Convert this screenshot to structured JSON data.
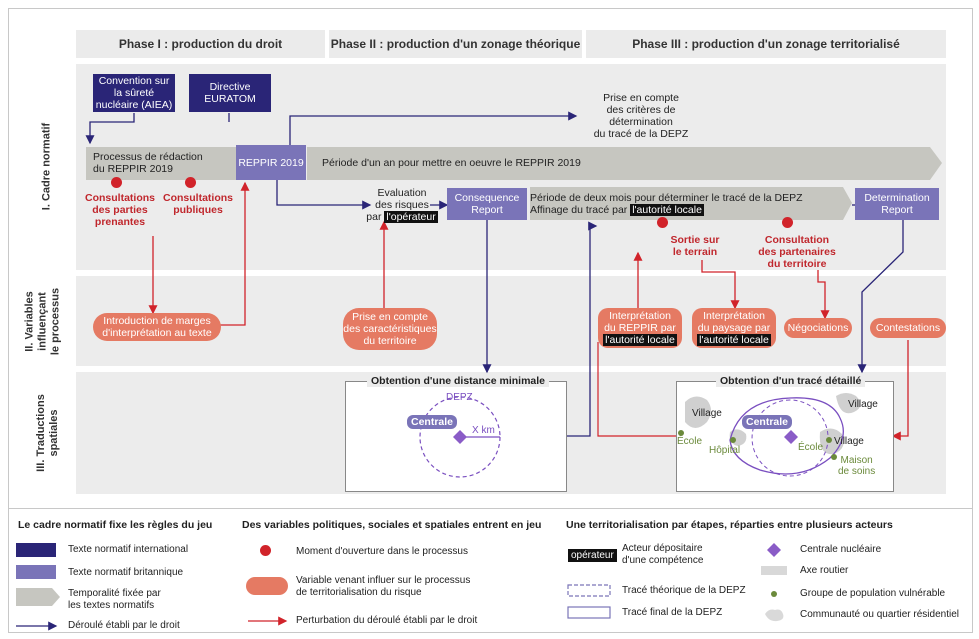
{
  "phases": [
    "Phase I : production du droit",
    "Phase II : production d'un zonage théorique",
    "Phase III : production d'un zonage territorialisé"
  ],
  "rows": {
    "r1": "I. Cadre normatif",
    "r2_l1": "II. Variables",
    "r2_l2": "influençant",
    "r2_l3": "le processus",
    "r3_l1": "III. Traductions",
    "r3_l2": "spatiales"
  },
  "boxes": {
    "convention": [
      "Convention sur",
      "la sûreté",
      "nucléaire (AIEA)"
    ],
    "directive": [
      "Directive",
      "EURATOM"
    ],
    "reppir": "REPPIR 2019",
    "consequence": [
      "Consequence",
      "Report"
    ],
    "determination": [
      "Determination",
      "Report"
    ]
  },
  "arrows": {
    "redaction": [
      "Processus de rédaction",
      "du REPPIR 2019"
    ],
    "periode_an": "Période d'un an pour mettre en oeuvre le REPPIR 2019",
    "periode_mois_l1": "Période de deux mois pour déterminer le tracé de la DEPZ",
    "periode_mois_l2": "Affinage du tracé par",
    "autorite_locale": "l'autorité locale"
  },
  "texts": {
    "prise_criteres": [
      "Prise en compte",
      "des critères de",
      "détermination",
      "du tracé de la DEPZ"
    ],
    "evaluation_l1": "Evaluation",
    "evaluation_l2": "des risques",
    "evaluation_l3": "par",
    "operateur": "l'opérateur"
  },
  "red_labels": {
    "consult_parties": [
      "Consultations",
      "des parties",
      "prenantes"
    ],
    "consult_publiques": [
      "Consultations",
      "publiques"
    ],
    "sortie": [
      "Sortie sur",
      "le terrain"
    ],
    "consult_partenaires": [
      "Consultation",
      "des partenaires",
      "du territoire"
    ]
  },
  "variables": {
    "marges": [
      "Introduction de marges",
      "d'interprétation au texte"
    ],
    "caracteristiques": [
      "Prise en compte",
      "des caractéristiques",
      "du territoire"
    ],
    "interp_reppir": [
      "Interprétation",
      "du REPPIR par"
    ],
    "interp_paysage": [
      "Interprétation",
      "du paysage par"
    ],
    "autorite": "l'autorité locale",
    "negociations": "Négociations",
    "contestations": "Contestations"
  },
  "spatial": {
    "distance_title": "Obtention d'une distance minimale",
    "trace_title": "Obtention d'un tracé détaillé",
    "depz": "DEPZ",
    "centrale": "Centrale",
    "xkm": "X km",
    "village": "Village",
    "ecole": "École",
    "hopital": "Hôpital",
    "maison": [
      "Maison",
      "de soins"
    ]
  },
  "legend": {
    "col1_title": "Le cadre normatif fixe les règles du jeu",
    "col1": [
      "Texte normatif international",
      "Texte normatif britannique",
      "Temporalité fixée par",
      "les textes normatifs",
      "Déroulé établi par le droit"
    ],
    "col2_title": "Des variables politiques, sociales et spatiales entrent en jeu",
    "col2": [
      "Moment d'ouverture dans le processus",
      "Variable venant influer sur le processus",
      "de territorialisation du risque",
      "Perturbation du déroulé établi par le droit"
    ],
    "col3_title": "Une territorialisation par étapes, réparties entre plusieurs acteurs",
    "col3_actor_tag": "opérateur",
    "col3": [
      "Acteur dépositaire",
      "d'une compétence",
      "Tracé théorique de la DEPZ",
      "Tracé final de la DEPZ"
    ],
    "col4": [
      "Centrale nucléaire",
      "Axe routier",
      "Groupe de population vulnérable",
      "Communauté ou quartier résidentiel"
    ]
  },
  "colors": {
    "navy": "#2a2577",
    "purple": "#7a74b8",
    "orange": "#e57a63",
    "red": "#d1232a",
    "grey_arrow": "#c6c6c0"
  }
}
